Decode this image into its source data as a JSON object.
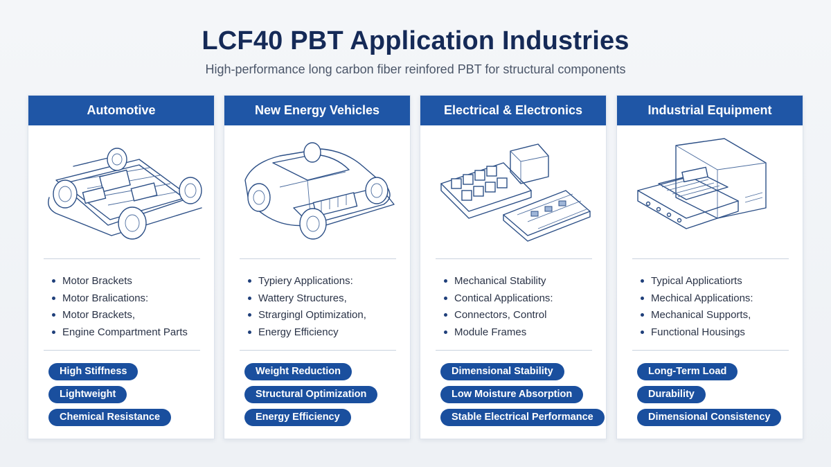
{
  "header": {
    "title": "LCF40 PBT Application Industries",
    "subtitle": "High-performance long carbon fiber reinfored PBT for structural components"
  },
  "cards": [
    {
      "title": "Automotive",
      "illustration": "car-chassis-icon",
      "bullets": [
        "Motor Brackets",
        "Motor Bralications:",
        "Motor Brackets,",
        "Engine Compartment Parts"
      ],
      "tags": [
        "High Stiffness",
        "Lightweight",
        "Chemical Resistance"
      ]
    },
    {
      "title": "New Energy Vehicles",
      "illustration": "electric-car-icon",
      "bullets": [
        "Typiery Applications:",
        "Wattery Structures,",
        "Strargingl Optimization,",
        "Energy Efficiency"
      ],
      "tags": [
        "Weight Reduction",
        "Structural Optimization",
        "Energy Efficiency"
      ]
    },
    {
      "title": "Electrical & Electronics",
      "illustration": "circuit-modules-icon",
      "bullets": [
        "Mechanical Stability",
        "Contical Applications:",
        "Connectors, Control",
        "Module Frames"
      ],
      "tags": [
        "Dimensional Stability",
        "Low Moisture Absorption",
        "Stable Electrical Performance"
      ]
    },
    {
      "title": "Industrial Equipment",
      "illustration": "industrial-machine-icon",
      "bullets": [
        "Typical Applicatiorts",
        "Mechical Applications:",
        "Mechanical Supports,",
        "Functional Housings"
      ],
      "tags": [
        "Long-Term Load",
        "Durability",
        "Dimensional Consistency"
      ]
    }
  ],
  "colors": {
    "header_blue": "#1f56a6",
    "tag_blue": "#1a4f9e",
    "title_navy": "#152a57"
  }
}
